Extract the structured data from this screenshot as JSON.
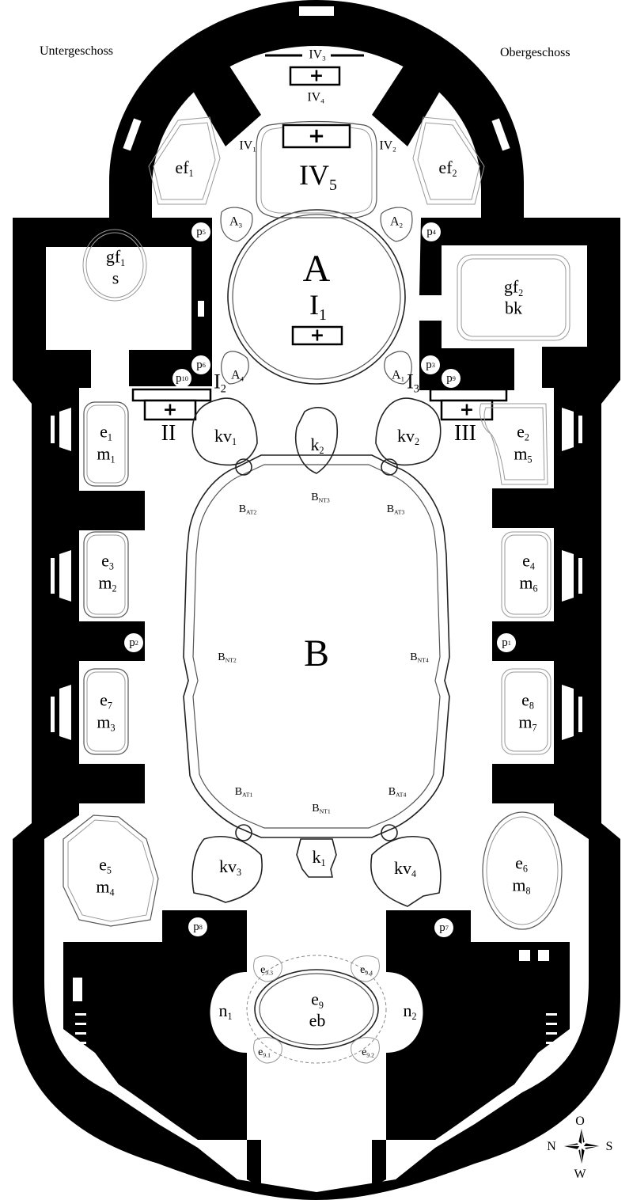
{
  "floors": {
    "left": "Untergeschoss",
    "right": "Obergeschoss"
  },
  "compass": {
    "north": "N",
    "east": "O",
    "south": "S",
    "west": "W",
    "icon": "compass-rose-icon"
  },
  "main_spaces": {
    "A": "A",
    "B": "B"
  },
  "altars": {
    "I1": {
      "base": "I",
      "sub": "1"
    },
    "I2": {
      "base": "I",
      "sub": "2"
    },
    "I3": {
      "base": "I",
      "sub": "3"
    },
    "II": {
      "base": "II",
      "sub": ""
    },
    "III": {
      "base": "III",
      "sub": ""
    },
    "IV1": {
      "base": "IV",
      "sub": "1"
    },
    "IV2": {
      "base": "IV",
      "sub": "2"
    },
    "IV3": {
      "base": "IV",
      "sub": "3"
    },
    "IV4": {
      "base": "IV",
      "sub": "4"
    },
    "IV5": {
      "base": "IV",
      "sub": "5"
    },
    "cross_symbol": "+"
  },
  "a_zones": [
    {
      "base": "A",
      "sub": "1"
    },
    {
      "base": "A",
      "sub": "2"
    },
    {
      "base": "A",
      "sub": "3"
    },
    {
      "base": "A",
      "sub": "4"
    }
  ],
  "b_zones": {
    "AT1": {
      "base": "B",
      "sub": "AT1"
    },
    "AT2": {
      "base": "B",
      "sub": "AT2"
    },
    "AT3": {
      "base": "B",
      "sub": "AT3"
    },
    "AT4": {
      "base": "B",
      "sub": "AT4"
    },
    "NT1": {
      "base": "B",
      "sub": "NT1"
    },
    "NT2": {
      "base": "B",
      "sub": "NT2"
    },
    "NT3": {
      "base": "B",
      "sub": "NT3"
    },
    "NT4": {
      "base": "B",
      "sub": "NT4"
    }
  },
  "cartouches": {
    "kv1": {
      "base": "kv",
      "sub": "1"
    },
    "kv2": {
      "base": "kv",
      "sub": "2"
    },
    "kv3": {
      "base": "kv",
      "sub": "3"
    },
    "kv4": {
      "base": "kv",
      "sub": "4"
    },
    "k1": {
      "base": "k",
      "sub": "1"
    },
    "k2": {
      "base": "k",
      "sub": "2"
    }
  },
  "fields": {
    "ef1": {
      "base": "ef",
      "sub": "1",
      "line2": ""
    },
    "ef2": {
      "base": "ef",
      "sub": "2",
      "line2": ""
    },
    "gf1": {
      "base": "gf",
      "sub": "1",
      "line2": "s"
    },
    "gf2": {
      "base": "gf",
      "sub": "2",
      "line2": "bk"
    },
    "e1": {
      "base": "e",
      "sub": "1",
      "line2_base": "m",
      "line2_sub": "1"
    },
    "e2": {
      "base": "e",
      "sub": "2",
      "line2_base": "m",
      "line2_sub": "5"
    },
    "e3": {
      "base": "e",
      "sub": "3",
      "line2_base": "m",
      "line2_sub": "2"
    },
    "e4": {
      "base": "e",
      "sub": "4",
      "line2_base": "m",
      "line2_sub": "6"
    },
    "e5": {
      "base": "e",
      "sub": "5",
      "line2_base": "m",
      "line2_sub": "4"
    },
    "e6": {
      "base": "e",
      "sub": "6",
      "line2_base": "m",
      "line2_sub": "8"
    },
    "e7": {
      "base": "e",
      "sub": "7",
      "line2_base": "m",
      "line2_sub": "3"
    },
    "e8": {
      "base": "e",
      "sub": "8",
      "line2_base": "m",
      "line2_sub": "7"
    },
    "e9": {
      "base": "e",
      "sub": "9",
      "line2": "eb"
    },
    "e9_sub": [
      {
        "base": "e",
        "sub": "9.1"
      },
      {
        "base": "e",
        "sub": "9.2"
      },
      {
        "base": "e",
        "sub": "9.3"
      },
      {
        "base": "e",
        "sub": "9.4"
      }
    ]
  },
  "niches": [
    {
      "base": "n",
      "sub": "1"
    },
    {
      "base": "n",
      "sub": "2"
    }
  ],
  "pillars": [
    {
      "base": "p",
      "sub": "1"
    },
    {
      "base": "p",
      "sub": "2"
    },
    {
      "base": "p",
      "sub": "3"
    },
    {
      "base": "p",
      "sub": "4"
    },
    {
      "base": "p",
      "sub": "5"
    },
    {
      "base": "p",
      "sub": "6"
    },
    {
      "base": "p",
      "sub": "7"
    },
    {
      "base": "p",
      "sub": "8"
    },
    {
      "base": "p",
      "sub": "9"
    },
    {
      "base": "p",
      "sub": "10"
    }
  ]
}
